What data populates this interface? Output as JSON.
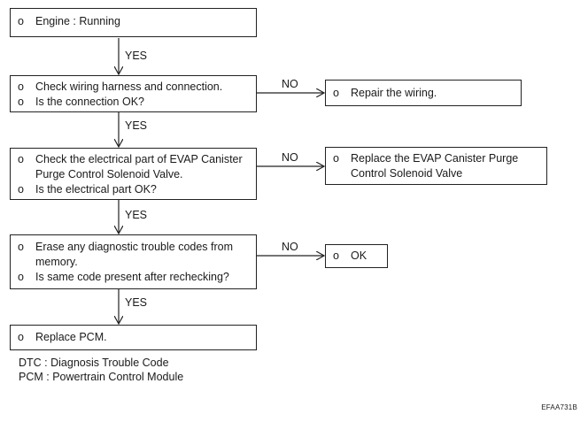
{
  "steps": [
    {
      "bullet": "o",
      "line1": "Engine : Running"
    },
    {
      "bullet1": "o",
      "line1": "Check wiring harness and connection.",
      "bullet2": "o",
      "line2": "Is the connection OK?"
    },
    {
      "bullet1": "o",
      "line1": "Check the electrical part of EVAP Canister",
      "line1b": "Purge Control Solenoid Valve.",
      "bullet2": "o",
      "line2": "Is the electrical part OK?"
    },
    {
      "bullet1": "o",
      "line1": "Erase any diagnostic trouble codes from",
      "line1b": "memory.",
      "bullet2": "o",
      "line2": "Is same code present after rechecking?"
    },
    {
      "bullet": "o",
      "line1": "Replace PCM."
    }
  ],
  "outcomes": [
    {
      "bullet": "o",
      "line1": "Repair the wiring."
    },
    {
      "bullet": "o",
      "line1": "Replace the EVAP Canister Purge",
      "line1b": "Control Solenoid Valve"
    },
    {
      "bullet": "o",
      "line1": "OK"
    }
  ],
  "labels": {
    "yes": "YES",
    "no": "NO"
  },
  "legend": [
    "DTC : Diagnosis Trouble Code",
    "PCM : Powertrain Control Module"
  ],
  "figure_code": "EFAA731B"
}
